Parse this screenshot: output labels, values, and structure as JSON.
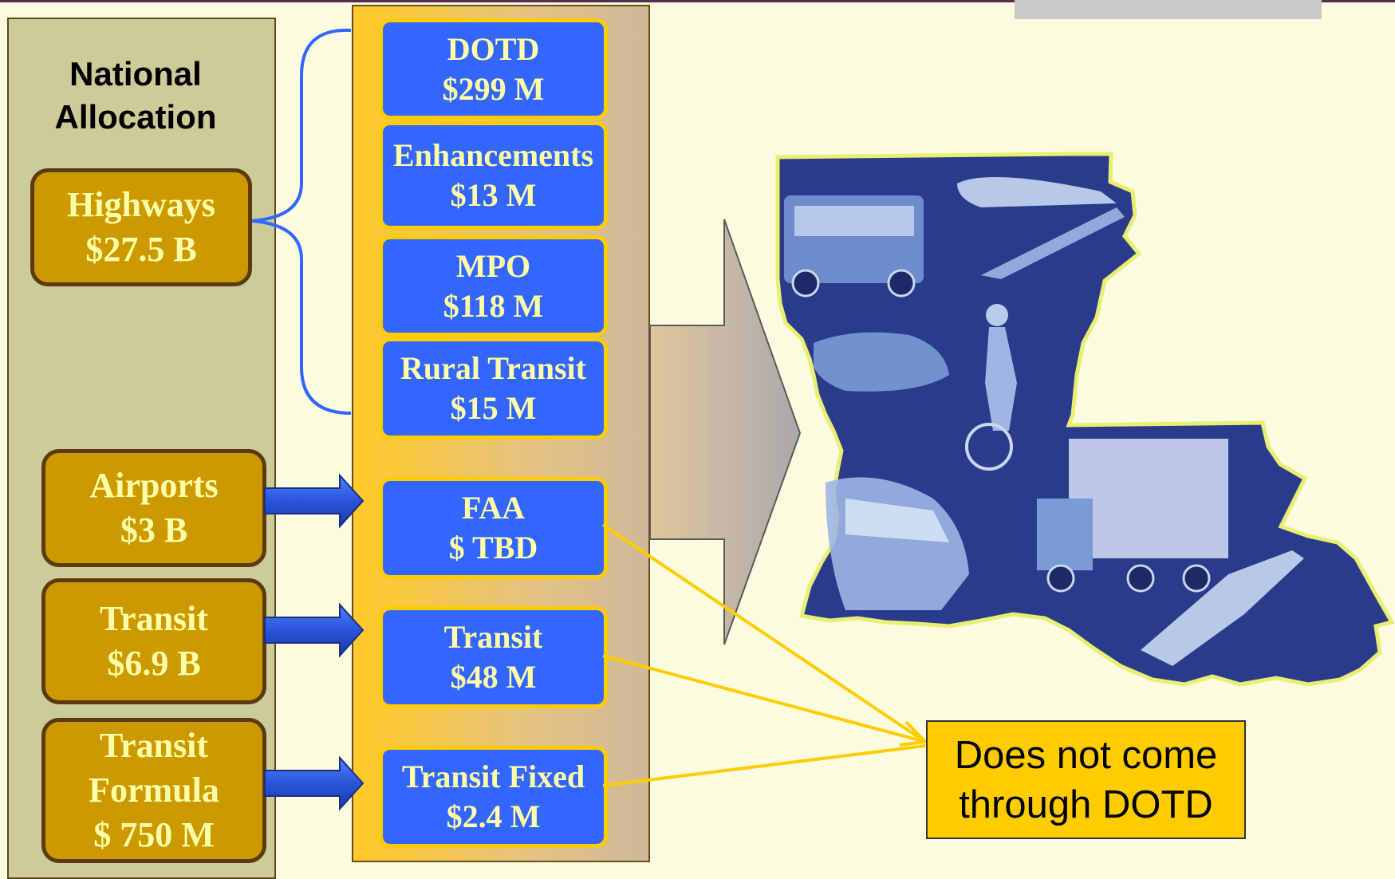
{
  "national": {
    "title": "National\nAllocation",
    "highways": {
      "label": "Highways",
      "amount": "$27.5 B"
    },
    "airports": {
      "label": "Airports",
      "amount": "$3 B"
    },
    "transit": {
      "label": "Transit",
      "amount": "$6.9 B"
    },
    "transit_formula": {
      "line1": "Transit",
      "line2": "Formula",
      "amount": "$ 750 M"
    }
  },
  "state": {
    "dotd": {
      "label": "DOTD",
      "amount": "$299 M"
    },
    "enhancements": {
      "label": "Enhancements",
      "amount": "$13 M"
    },
    "mpo": {
      "label": "MPO",
      "amount": "$118 M"
    },
    "rural_transit": {
      "label": "Rural Transit",
      "amount": "$15 M"
    },
    "faa": {
      "label": "FAA",
      "amount": "$ TBD"
    },
    "transit": {
      "label": "Transit",
      "amount": "$48 M"
    },
    "transit_fixed": {
      "label": "Transit Fixed",
      "amount": "$2.4 M"
    }
  },
  "note": {
    "line1": "Does not come",
    "line2": "through DOTD"
  },
  "colors": {
    "background": "#fbfbe0",
    "gold": "#cc9900",
    "gold_text": "#ffffa8",
    "blue": "#3366ff",
    "yellow": "#ffcc00",
    "olive_panel": "#cccc99",
    "map_blue": "#2a3b8c",
    "map_outline": "#e8ef72"
  }
}
